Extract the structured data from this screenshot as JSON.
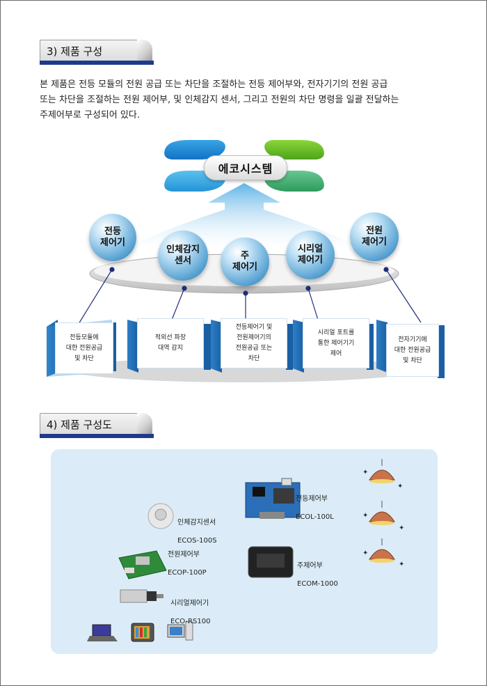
{
  "section3": {
    "label": "3) 제품 구성"
  },
  "intro": {
    "line1": "본 제품은 전등 모듈의 전원 공급 또는 차단을 조절하는 전등 제어부와, 전자기기의 전원 공급",
    "line2": "또는 차단을 조절하는 전원 제어부, 및 인체감지 센서, 그리고 전원의 차단 명령을 일괄 전달하는",
    "line3": "주제어부로 구성되어 있다."
  },
  "ecosystem": {
    "label": "에코시스템"
  },
  "components": [
    {
      "label": "전등\n제어기"
    },
    {
      "label": "인체감지\n센서"
    },
    {
      "label": "주\n제어기"
    },
    {
      "label": "시리얼\n제어기"
    },
    {
      "label": "전원\n제어기"
    }
  ],
  "functions": [
    {
      "text": "전등모듈에\n대한 전원공급\n및 차단"
    },
    {
      "text": "적외선 파장\n대역 감지"
    },
    {
      "text": "전등제어기 및\n전원제어기의\n전원공급 또는\n차단"
    },
    {
      "text": "시리얼 포트를\n통한 제어기기\n제어"
    },
    {
      "text": "전자기기에\n대한 전원공급\n및 차단"
    }
  ],
  "section4": {
    "label": "4) 제품 구성도"
  },
  "diagram": {
    "sensor": {
      "name": "인체감지센서",
      "model": "ECOS-100S"
    },
    "light_ctrl": {
      "name": "전등제어부",
      "model": "ECOL-100L"
    },
    "power_ctrl": {
      "name": "전원제어부",
      "model": "ECOP-100P"
    },
    "main_ctrl": {
      "name": "주제어부",
      "model": "ECOM-1000"
    },
    "serial_ctrl": {
      "name": "시리얼제어기",
      "model": "ECO-RS100"
    }
  }
}
